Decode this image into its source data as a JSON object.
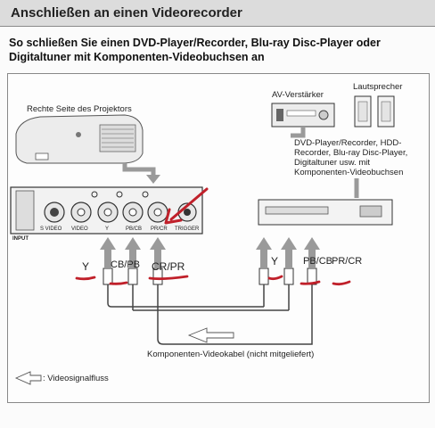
{
  "header": {
    "title": "Anschließen an einen Videorecorder"
  },
  "subtitle": "So schließen Sie einen DVD-Player/Recorder, Blu-ray Disc-Player oder Digitaltuner mit Komponenten-Videobuchsen an",
  "diagram": {
    "projector_label": "Rechte Seite des Projektors",
    "amp_label": "AV-Verstärker",
    "speaker_label": "Lautsprecher",
    "source_label": "DVD-Player/Recorder, HDD-Recorder, Blu-ray Disc-Player, Digitaltuner usw. mit Komponenten-Videobuchsen",
    "jacks": [
      "S VIDEO",
      "VIDEO",
      "Y",
      "PB/CB",
      "PR/CR",
      "TRIGGER"
    ],
    "input_label": "INPUT",
    "left_cables": [
      "Y",
      "CB/PB",
      "CR/PR"
    ],
    "right_cables": [
      "Y",
      "PB/CB",
      "PR/CR"
    ],
    "cable_caption": "Komponenten-Videokabel (nicht mitgeliefert)",
    "legend": ": Videosignalfluss"
  },
  "colors": {
    "annotation": "#c0202a",
    "arrow": "#9a9a9a",
    "header_bg": "#dcdcdc"
  }
}
